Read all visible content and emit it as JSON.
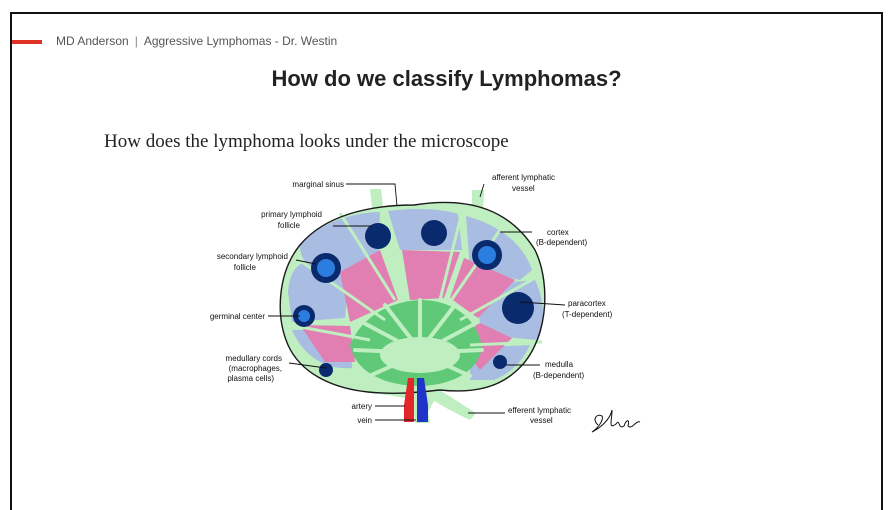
{
  "header": {
    "org": "MD Anderson",
    "course": "Aggressive Lymphomas - Dr. Westin"
  },
  "slide": {
    "title": "How do we classify Lymphomas?",
    "subtitle": "How does the lymphoma looks under the microscope"
  },
  "diagram": {
    "labels": {
      "marginal_sinus": "marginal sinus",
      "primary_follicle_1": "primary lymphoid",
      "primary_follicle_2": "follicle",
      "secondary_follicle_1": "secondary lymphoid",
      "secondary_follicle_2": "follicle",
      "germinal_center": "germinal center",
      "medullary_cords_1": "medullary cords",
      "medullary_cords_2": "(macrophages,",
      "medullary_cords_3": "plasma cells)",
      "artery": "artery",
      "vein": "vein",
      "afferent_1": "afferent lymphatic",
      "afferent_2": "vessel",
      "cortex_1": "cortex",
      "cortex_2": "(B-dependent)",
      "paracortex_1": "paracortex",
      "paracortex_2": "(T-dependent)",
      "medulla_1": "medulla",
      "medulla_2": "(B-dependent)",
      "efferent_1": "efferent lymphatic",
      "efferent_2": "vessel"
    },
    "signature": "Stigler",
    "colors": {
      "capsule": "#bfeec0",
      "cortex": "#a9bde3",
      "paracortex": "#e27fb2",
      "medulla": "#5fc977",
      "follicle_dark": "#0a2a6e",
      "follicle_light": "#2b7ee0",
      "artery": "#e3262a",
      "vein": "#1f35c9"
    }
  }
}
